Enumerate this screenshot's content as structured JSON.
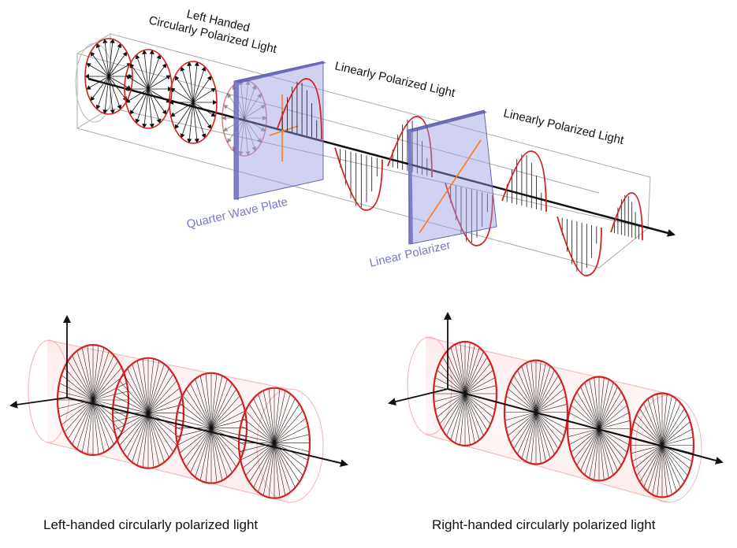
{
  "top_diagram": {
    "label_left_handed_line1": "Left Handed",
    "label_left_handed_line2": "Circularly Polarized Light",
    "label_linear_1": "Linearly Polarized Light",
    "label_linear_2": "Linearly Polarized Light",
    "label_quarter_wave_plate": "Quarter Wave Plate",
    "label_linear_polarizer": "Linear Polarizer"
  },
  "bottom_left": {
    "caption": "Left-handed circularly polarized light"
  },
  "bottom_right": {
    "caption": "Right-handed circularly polarized light"
  },
  "colors": {
    "wave": "#d42020",
    "plate": "#9a9ae0",
    "plate_edge": "#6666bb",
    "axis_marker": "#ff7a1a",
    "cylinder": "#f2b3b3",
    "arrow": "#111111"
  }
}
